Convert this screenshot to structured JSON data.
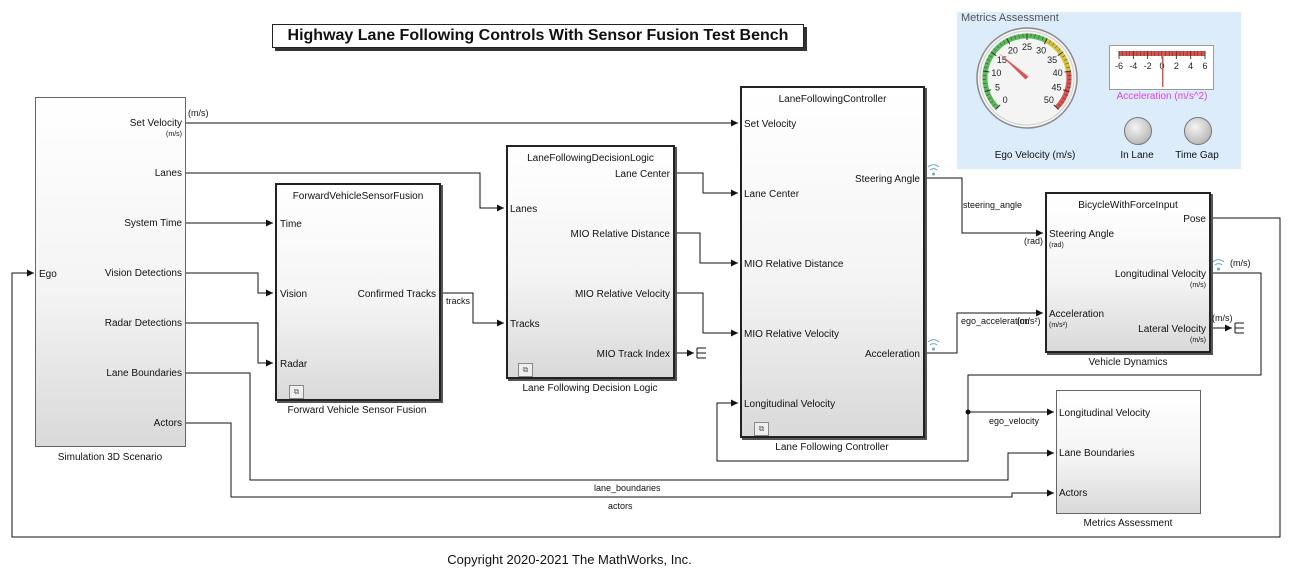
{
  "title": "Highway Lane Following Controls With Sensor Fusion Test Bench",
  "copyright": "Copyright 2020-2021 The MathWorks, Inc.",
  "blocks": {
    "scenario": {
      "name": "Simulation 3D Scenario",
      "inputs": [
        "Ego"
      ],
      "outputs": [
        "Set Velocity",
        "Lanes",
        "System Time",
        "Vision Detections",
        "Radar Detections",
        "Lane Boundaries",
        "Actors"
      ],
      "set_velocity_unit": "(m/s)"
    },
    "fusion": {
      "title": "ForwardVehicleSensorFusion",
      "name": "Forward Vehicle Sensor Fusion",
      "inputs": [
        "Time",
        "Vision",
        "Radar"
      ],
      "outputs": [
        "Confirmed Tracks"
      ]
    },
    "decision": {
      "title": "LaneFollowingDecisionLogic",
      "name": "Lane Following Decision Logic",
      "inputs": [
        "Lanes",
        "Tracks"
      ],
      "outputs": [
        "Lane Center",
        "MIO Relative Distance",
        "MIO Relative Velocity",
        "MIO Track Index"
      ]
    },
    "controller": {
      "title": "LaneFollowingController",
      "name": "Lane Following Controller",
      "inputs": [
        "Set Velocity",
        "Lane Center",
        "MIO Relative Distance",
        "MIO Relative Velocity",
        "Longitudinal Velocity"
      ],
      "outputs": [
        "Steering Angle",
        "Acceleration"
      ]
    },
    "dynamics": {
      "title": "BicycleWithForceInput",
      "name": "Vehicle Dynamics",
      "inputs": [
        "Steering Angle",
        "Acceleration"
      ],
      "input_units": [
        "(rad)",
        "(m/s²)"
      ],
      "outputs": [
        "Pose",
        "Longitudinal Velocity",
        "Lateral Velocity"
      ],
      "output_units": [
        "(m/s)",
        "(m/s)"
      ]
    },
    "metrics": {
      "name": "Metrics Assessment",
      "inputs": [
        "Longitudinal Velocity",
        "Lane Boundaries",
        "Actors"
      ]
    }
  },
  "signals": {
    "set_velocity_unit": "(m/s)",
    "tracks": "tracks",
    "steering_angle": "steering_angle",
    "steering_unit": "(rad)",
    "ego_acceleration": "ego_acceleration",
    "accel_unit": "(m/s²)",
    "long_vel_unit": "(m/s)",
    "lat_vel_unit": "(m/s)",
    "ego_velocity": "ego_velocity",
    "lane_boundaries": "lane_boundaries",
    "actors": "actors"
  },
  "dashboard": {
    "title": "Metrics Assessment",
    "gauge": {
      "label": "Ego Velocity (m/s)",
      "ticks": [
        "0",
        "5",
        "10",
        "15",
        "20",
        "25",
        "30",
        "35",
        "40",
        "45",
        "50"
      ],
      "value": 16
    },
    "accel": {
      "label": "Acceleration (m/s^2)",
      "ticks": [
        "-6",
        "-4",
        "-2",
        "0",
        "2",
        "4",
        "6"
      ],
      "value": 0.1
    },
    "lamps": [
      "In Lane",
      "Time Gap"
    ],
    "colors": {
      "panel": "#dcecfb",
      "accel_label": "#e040e0",
      "needle": "#d9534f",
      "green": "#5cb85c",
      "yellow": "#d4c13a",
      "red": "#d9534f"
    }
  }
}
